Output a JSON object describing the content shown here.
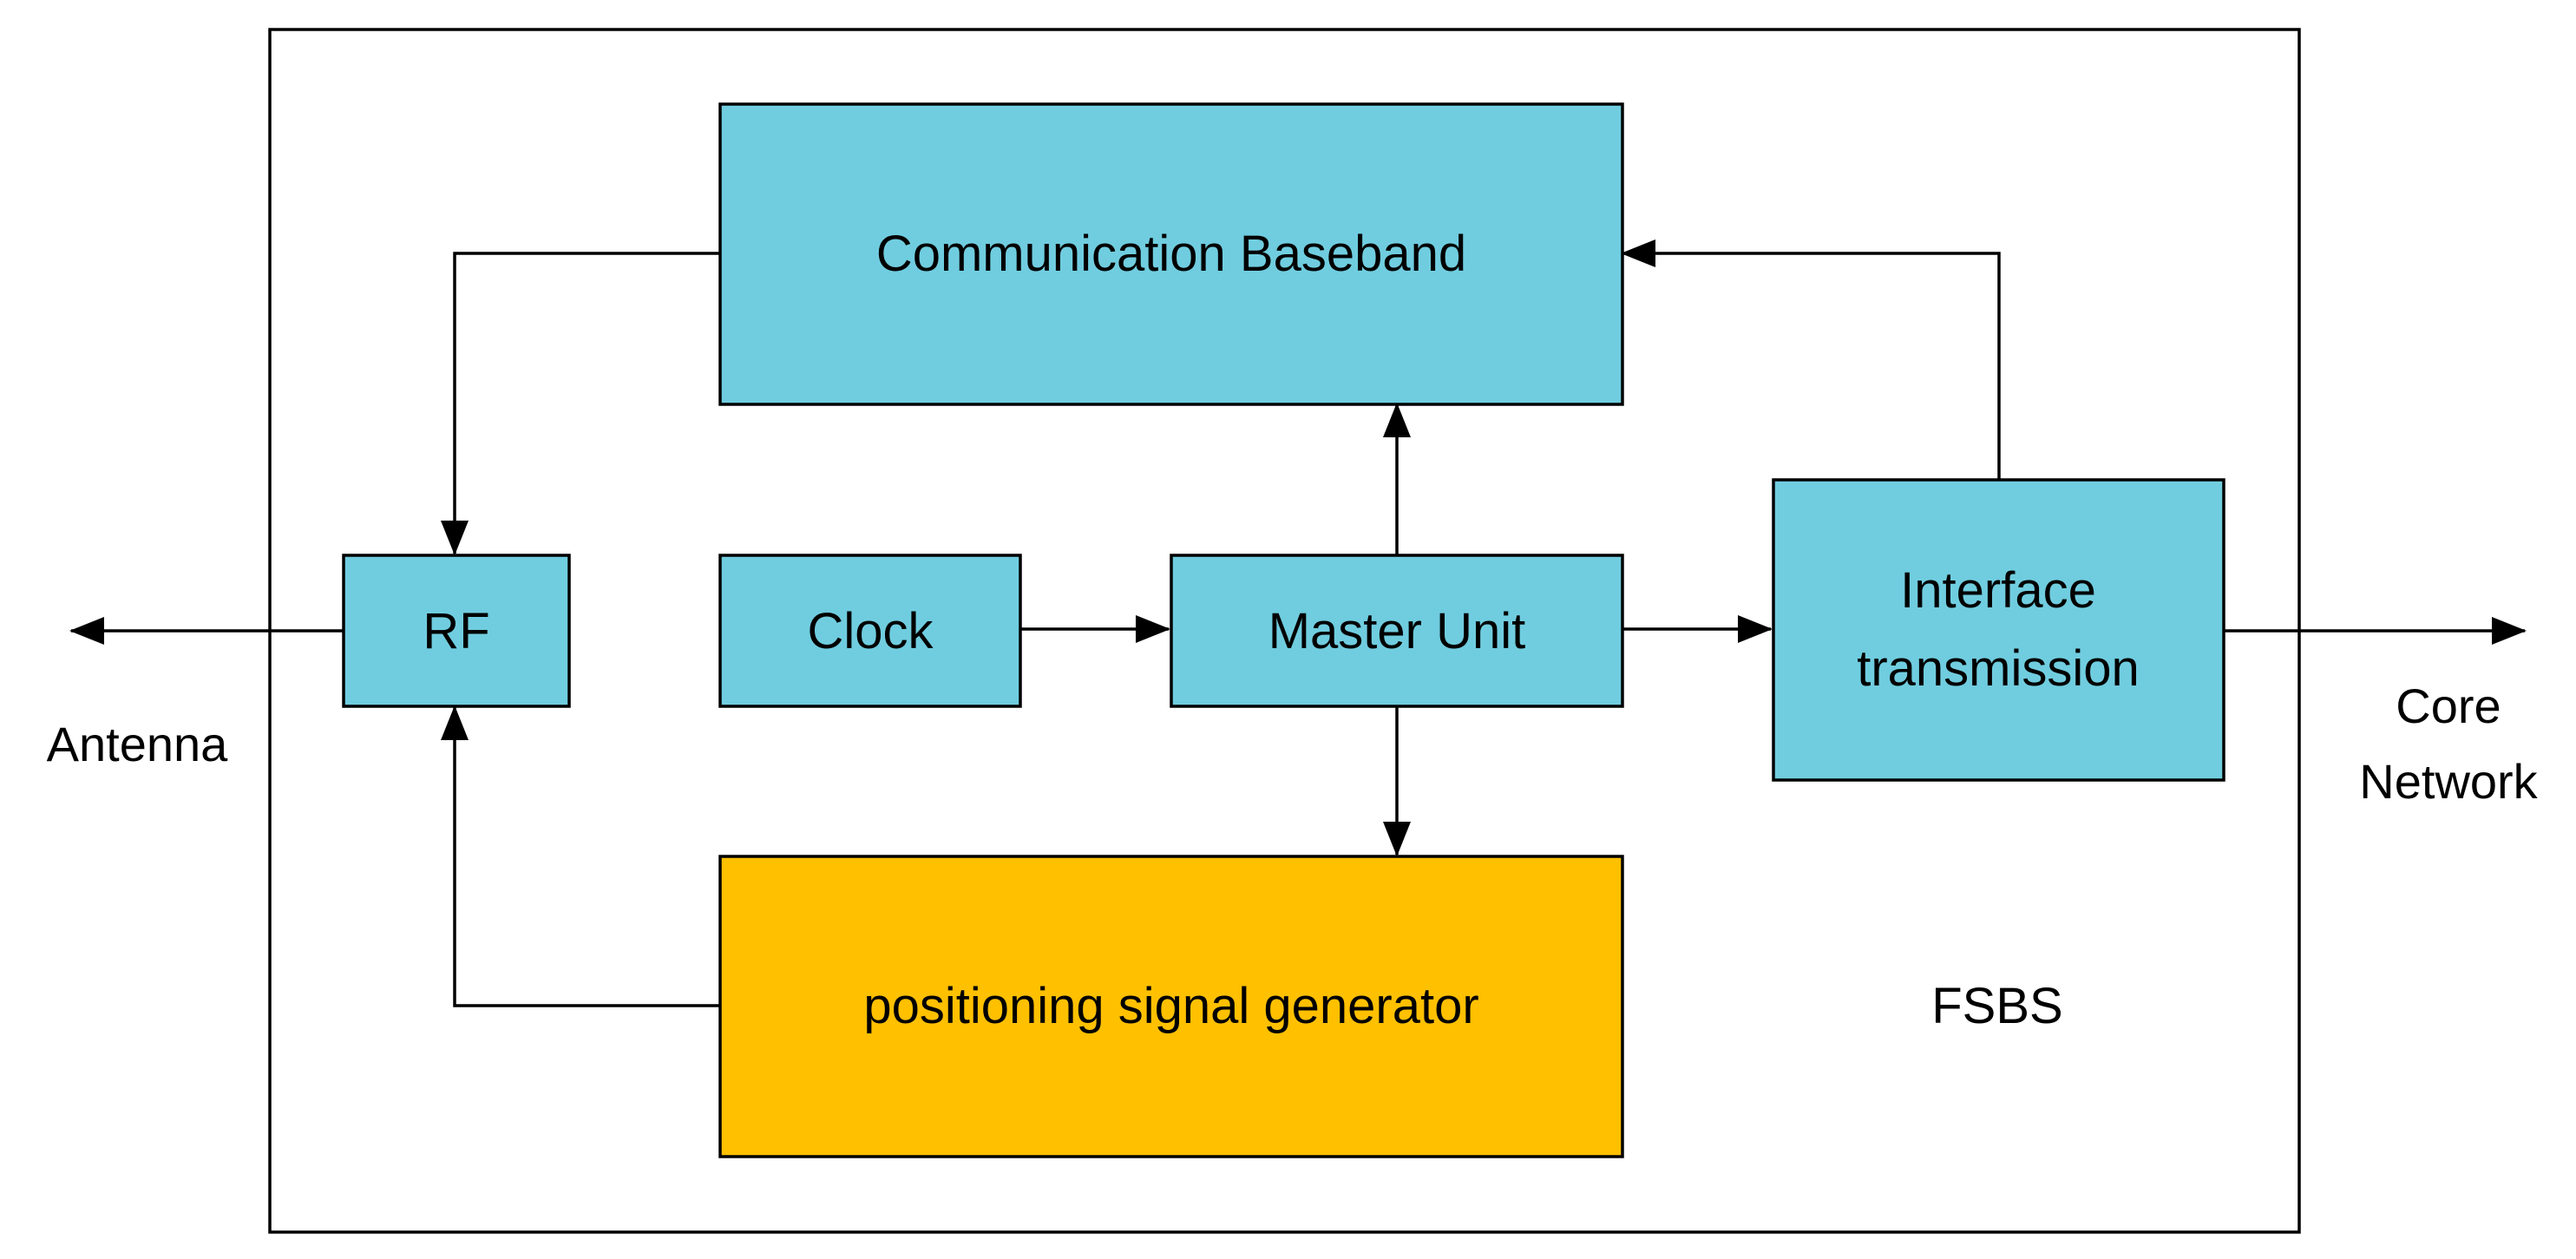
{
  "colors": {
    "blue_block": "#70CDDF",
    "orange_block": "#FFC000",
    "outline": "#000000",
    "background": "#FFFFFF"
  },
  "diagram": {
    "container_label": "FSBS",
    "blocks": {
      "communication_baseband": "Communication Baseband",
      "rf": "RF",
      "clock": "Clock",
      "master_unit": "Master Unit",
      "interface_line1": "Interface",
      "interface_line2": "transmission",
      "positioning": "positioning signal generator"
    },
    "external": {
      "antenna": "Antenna",
      "core_line1": "Core",
      "core_line2": "Network"
    }
  }
}
